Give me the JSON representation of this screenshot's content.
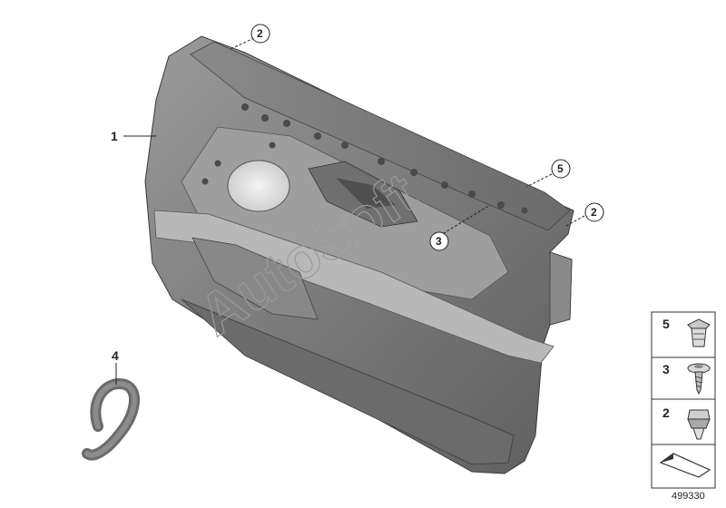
{
  "diagram": {
    "callouts": [
      {
        "id": "door-panel",
        "label": "1"
      },
      {
        "id": "clip-top",
        "label": "2"
      },
      {
        "id": "clip-right",
        "label": "2"
      },
      {
        "id": "screw",
        "label": "3"
      },
      {
        "id": "seal",
        "label": "4"
      },
      {
        "id": "expanding-nut",
        "label": "5"
      }
    ],
    "parts_legend": [
      {
        "label": "5",
        "icon": "expanding-nut-icon"
      },
      {
        "label": "3",
        "icon": "screw-icon"
      },
      {
        "label": "2",
        "icon": "clip-icon"
      },
      {
        "label": "",
        "icon": "folded-arrow-icon"
      }
    ],
    "diagram_number": "499330",
    "watermark": "AutoSoft"
  },
  "colors": {
    "panel_dark": "#6f6f6f",
    "panel_mid": "#8c8c8c",
    "panel_light": "#bdbdbd",
    "line": "#222222"
  }
}
